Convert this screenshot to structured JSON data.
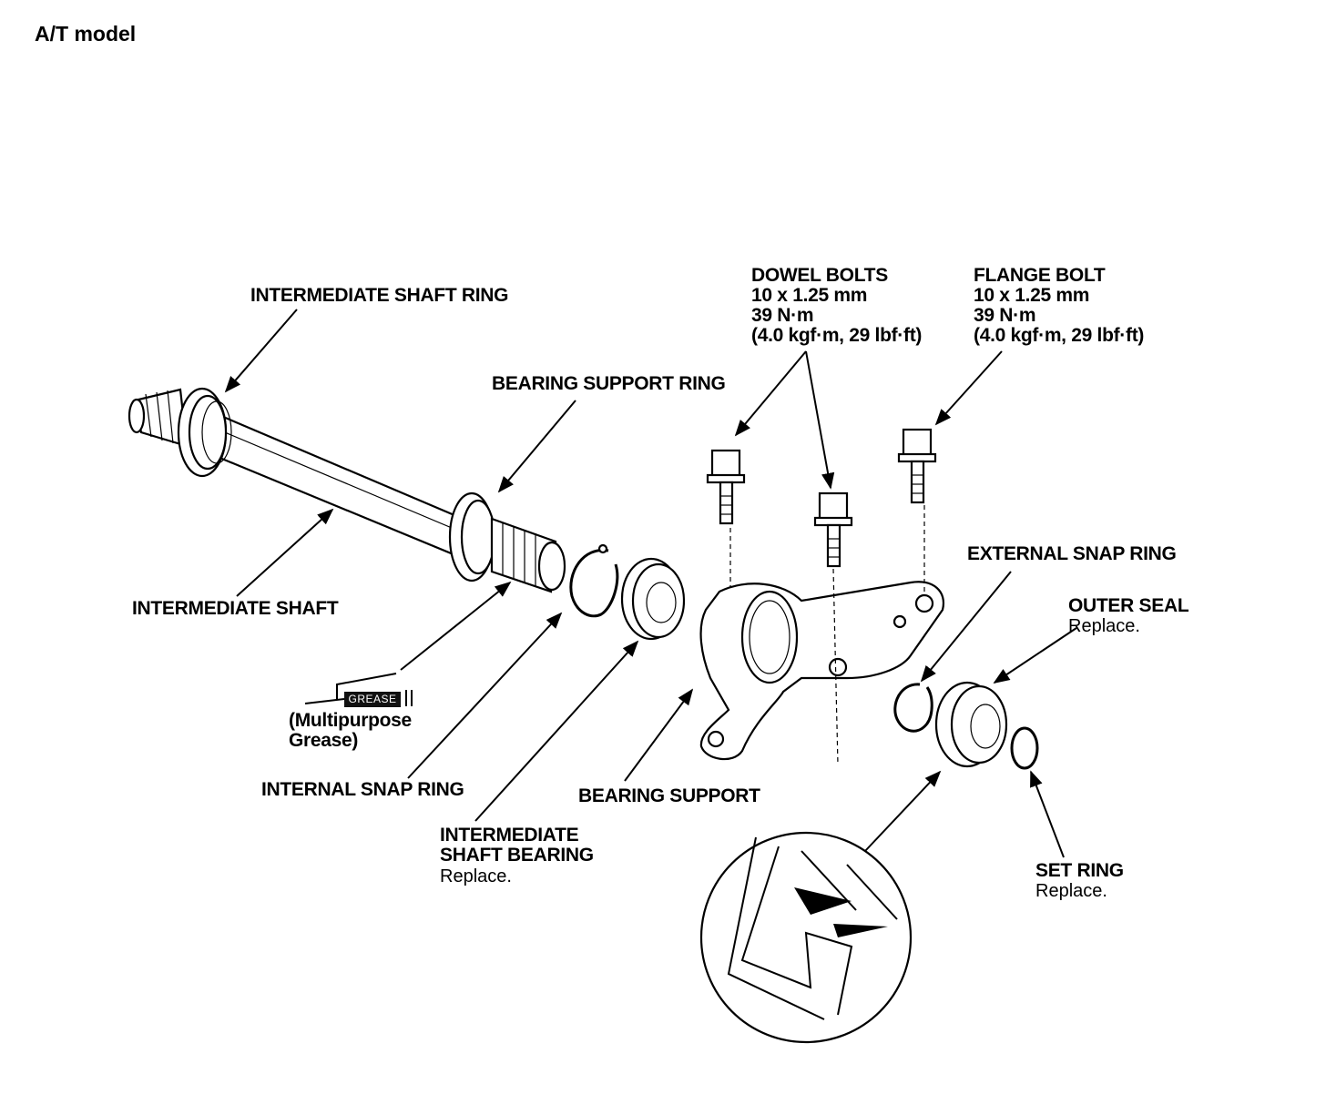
{
  "title": "A/T model",
  "labels": {
    "intermediate_shaft_ring": "INTERMEDIATE SHAFT RING",
    "bearing_support_ring": "BEARING SUPPORT RING",
    "dowel_bolts": {
      "name": "DOWEL BOLTS",
      "size": "10 x 1.25 mm",
      "torque": "39 N·m",
      "torque_alt": "(4.0 kgf·m, 29 lbf·ft)"
    },
    "flange_bolt": {
      "name": "FLANGE BOLT",
      "size": "10 x 1.25 mm",
      "torque": "39 N·m",
      "torque_alt": "(4.0 kgf·m, 29 lbf·ft)"
    },
    "external_snap_ring": "EXTERNAL SNAP RING",
    "outer_seal": {
      "name": "OUTER SEAL",
      "note": "Replace."
    },
    "intermediate_shaft": "INTERMEDIATE SHAFT",
    "grease": {
      "tag": "GREASE",
      "line1": "(Multipurpose",
      "line2": "Grease)"
    },
    "internal_snap_ring": "INTERNAL SNAP RING",
    "bearing_support": "BEARING SUPPORT",
    "intermediate_shaft_bearing": {
      "line1": "INTERMEDIATE",
      "line2": "SHAFT BEARING",
      "note": "Replace."
    },
    "set_ring": {
      "name": "SET RING",
      "note": "Replace."
    }
  }
}
